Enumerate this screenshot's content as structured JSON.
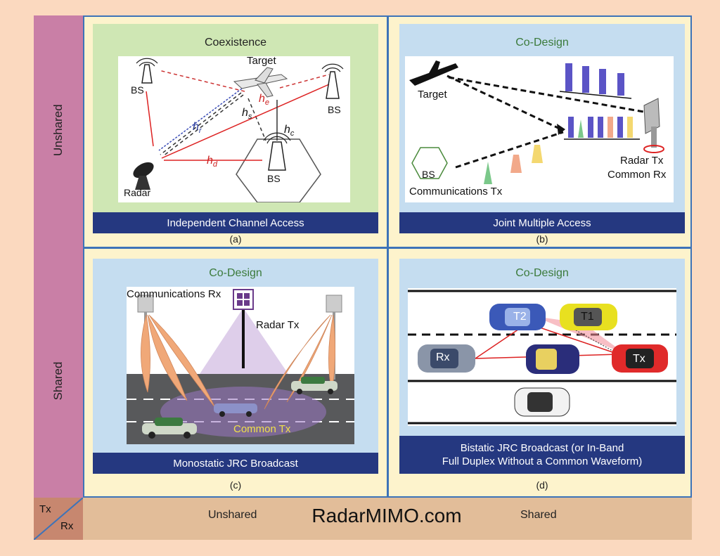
{
  "axes": {
    "rows": [
      "Unshared",
      "Shared"
    ],
    "cols": [
      "Unshared",
      "Shared"
    ],
    "corner_tx": "Tx",
    "corner_rx": "Rx"
  },
  "watermark": "RadarMIMO.com",
  "panels": [
    {
      "id": "a",
      "title": "Coexistence",
      "band": "Independent Channel Access",
      "caption": "(a)",
      "labels": {
        "target": "Target",
        "bs_left": "BS",
        "bs_right": "BS",
        "bs_center": "BS",
        "radar": "Radar",
        "hr": "h",
        "hr_sub": "r",
        "he": "h",
        "he_sub": "e",
        "hs": "h",
        "hs_sub": "s",
        "hc": "h",
        "hc_sub": "c",
        "hd": "h",
        "hd_sub": "d"
      }
    },
    {
      "id": "b",
      "title": "Co-Design",
      "band": "Joint Multiple Access",
      "caption": "(b)",
      "labels": {
        "target": "Target",
        "bs": "BS",
        "comm_tx": "Communications Tx",
        "radar_tx": "Radar Tx",
        "common_rx": "Common Rx"
      }
    },
    {
      "id": "c",
      "title": "Co-Design",
      "band": "Monostatic JRC Broadcast",
      "caption": "(c)",
      "labels": {
        "comm_rx": "Communications Rx",
        "radar_tx": "Radar Tx",
        "common_tx": "Common Tx"
      }
    },
    {
      "id": "d",
      "title": "Co-Design",
      "band_line1": "Bistatic JRC Broadcast (or In-Band",
      "band_line2": "Full Duplex Without a Common Waveform)",
      "caption": "(d)",
      "labels": {
        "t2": "T2",
        "t1": "T1",
        "rx": "Rx",
        "tx": "Tx"
      }
    }
  ],
  "colors": {
    "frame_blue": "#3d73b8",
    "band_navy": "#253880",
    "panel_a_bg": "#cfe7b4",
    "panel_bcd_bg": "#c5ddf0",
    "row_bar": "#c97fa6"
  }
}
